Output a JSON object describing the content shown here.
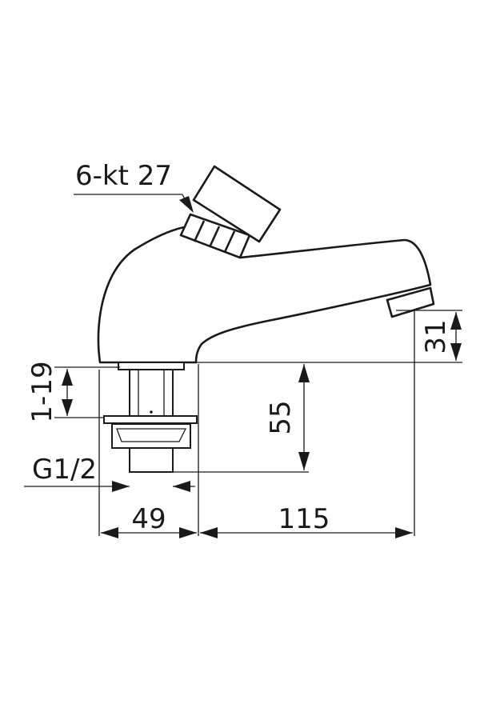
{
  "drawing": {
    "callout_label": "6-kt 27",
    "dimensions": {
      "outlet_height": "31",
      "thickness_range": "1-19",
      "shank_length": "55",
      "thread": "G1/2",
      "base_width": "49",
      "spout_reach": "115"
    }
  }
}
